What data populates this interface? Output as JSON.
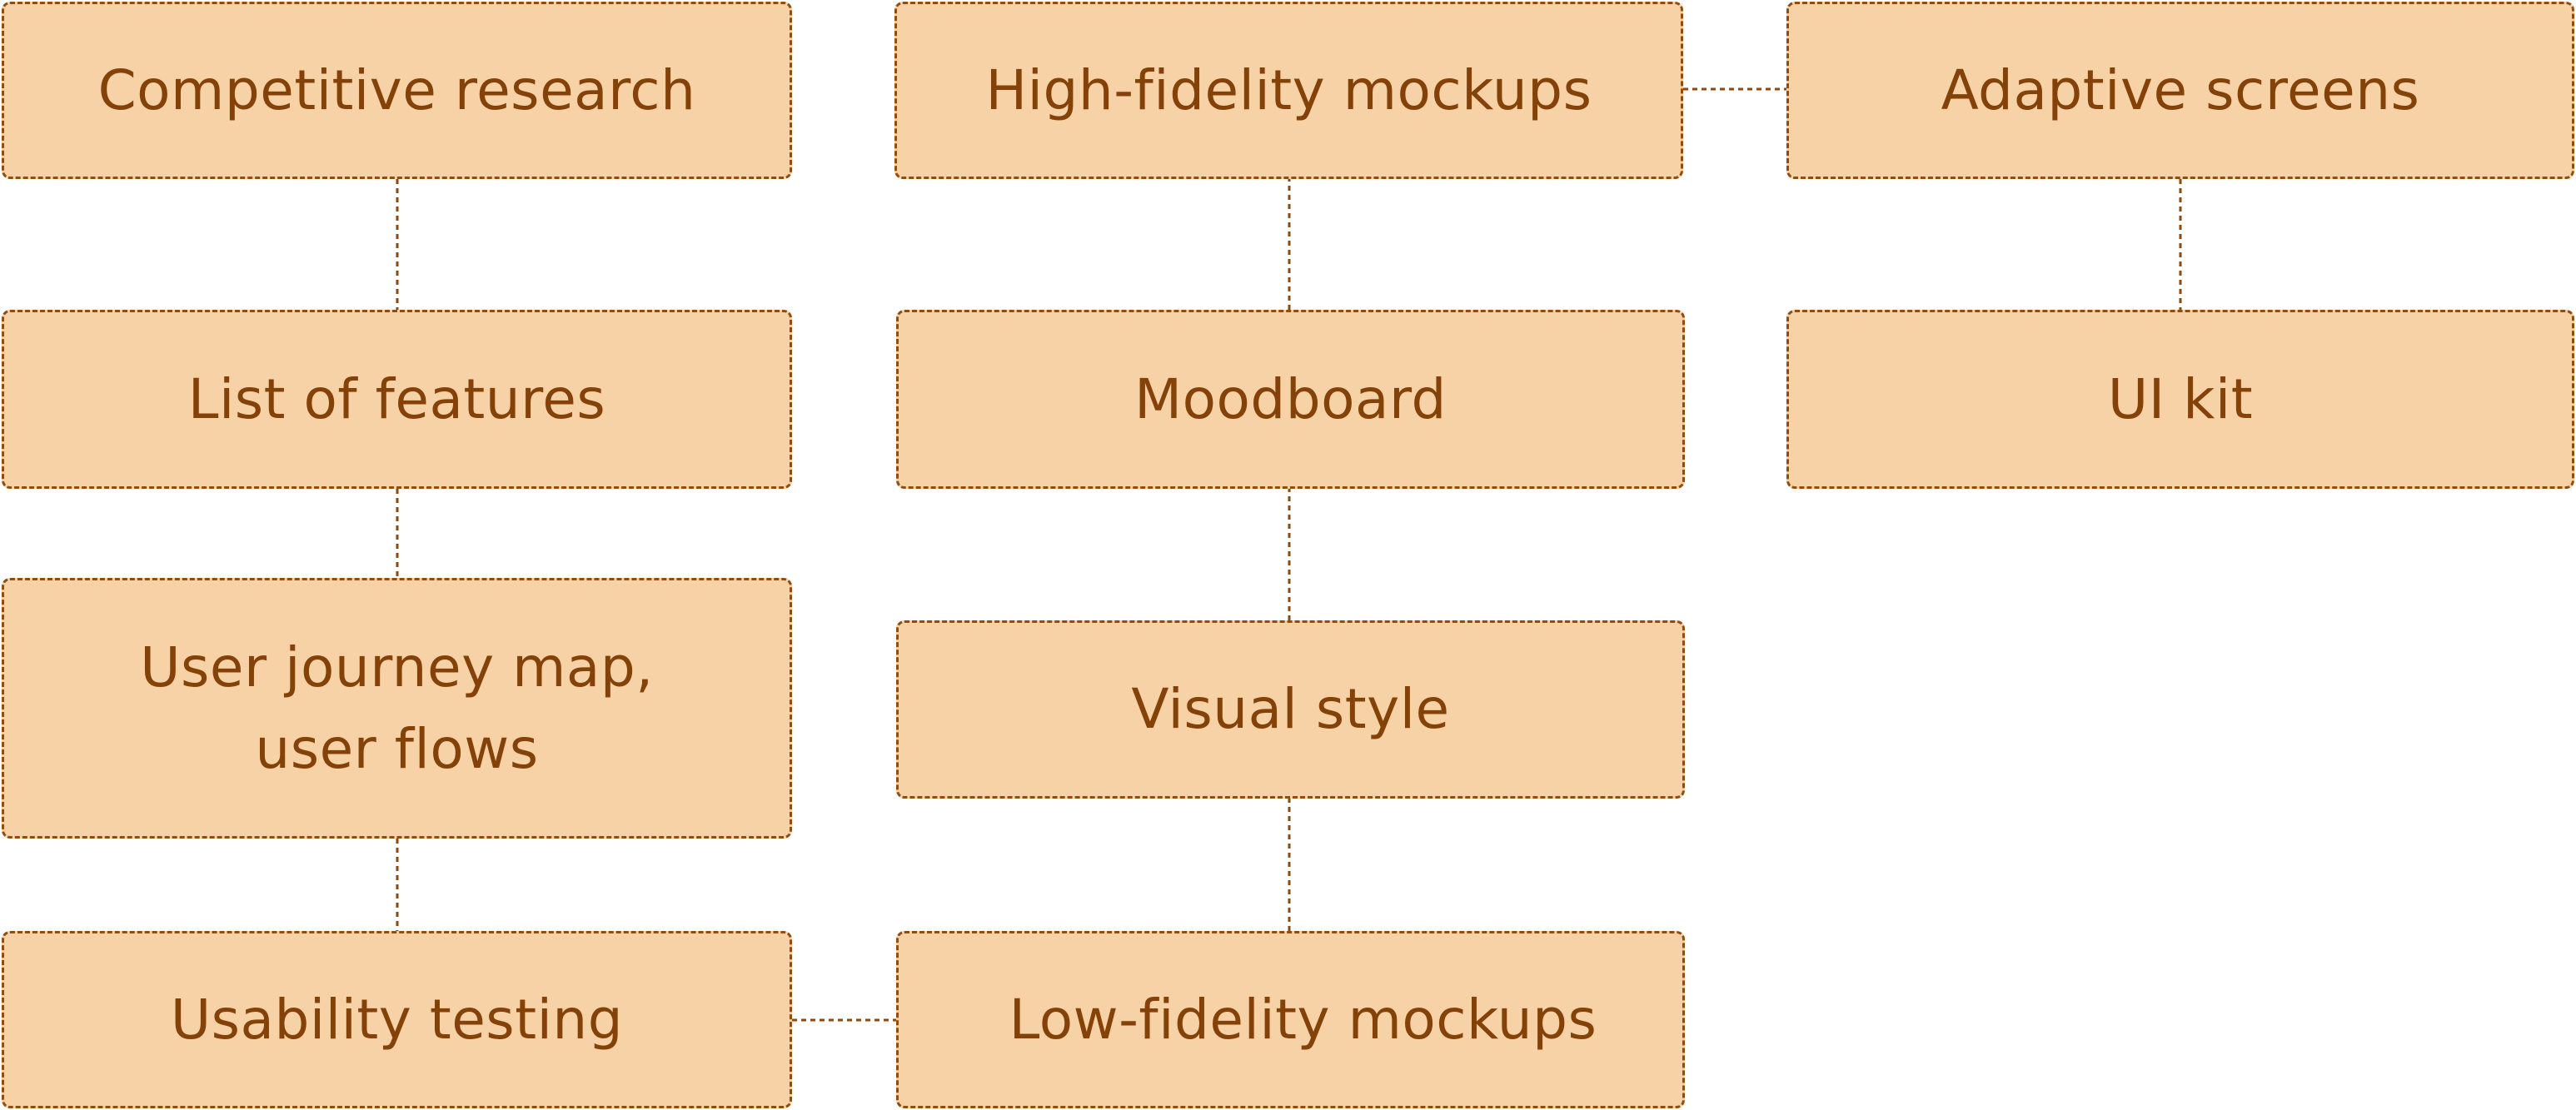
{
  "diagram": {
    "colors": {
      "node_fill": "#f6d2a6",
      "node_border": "#8f4d12",
      "text": "#844209",
      "connector": "#8a4a10",
      "background": "#ffffff"
    },
    "nodes": {
      "competitive_research": {
        "label": "Competitive research"
      },
      "list_of_features": {
        "label": "List of features"
      },
      "user_journey_map": {
        "label_line1": "User journey map,",
        "label_line2": "user flows"
      },
      "usability_testing": {
        "label": "Usability testing"
      },
      "high_fidelity_mockups": {
        "label": "High-fidelity mockups"
      },
      "moodboard": {
        "label": "Moodboard"
      },
      "visual_style": {
        "label": "Visual style"
      },
      "low_fidelity_mockups": {
        "label": "Low-fidelity mockups"
      },
      "adaptive_screens": {
        "label": "Adaptive screens"
      },
      "ui_kit": {
        "label": "UI kit"
      }
    },
    "connections": [
      [
        "competitive_research",
        "list_of_features"
      ],
      [
        "list_of_features",
        "user_journey_map"
      ],
      [
        "user_journey_map",
        "usability_testing"
      ],
      [
        "usability_testing",
        "low_fidelity_mockups"
      ],
      [
        "low_fidelity_mockups",
        "visual_style"
      ],
      [
        "visual_style",
        "moodboard"
      ],
      [
        "moodboard",
        "high_fidelity_mockups"
      ],
      [
        "high_fidelity_mockups",
        "adaptive_screens"
      ],
      [
        "adaptive_screens",
        "ui_kit"
      ]
    ]
  }
}
